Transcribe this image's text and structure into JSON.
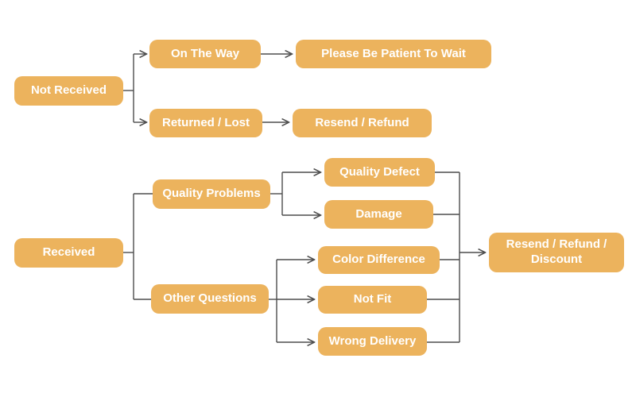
{
  "diagram": {
    "type": "flowchart",
    "nodes": {
      "not_received": {
        "label": "Not Received"
      },
      "on_the_way": {
        "label": "On The Way"
      },
      "please_wait": {
        "label": "Please Be Patient To Wait"
      },
      "returned_lost": {
        "label": "Returned / Lost"
      },
      "resend_refund": {
        "label": "Resend / Refund"
      },
      "received": {
        "label": "Received"
      },
      "quality_problems": {
        "label": "Quality Problems"
      },
      "quality_defect": {
        "label": "Quality Defect"
      },
      "damage": {
        "label": "Damage"
      },
      "other_questions": {
        "label": "Other Questions"
      },
      "color_difference": {
        "label": "Color Difference"
      },
      "not_fit": {
        "label": "Not Fit"
      },
      "wrong_delivery": {
        "label": "Wrong Delivery"
      },
      "resend_refund_discount": {
        "label": "Resend / Refund / Discount"
      }
    },
    "edges": [
      {
        "from": "not_received",
        "to": "on_the_way",
        "arrow": true
      },
      {
        "from": "not_received",
        "to": "returned_lost",
        "arrow": true
      },
      {
        "from": "on_the_way",
        "to": "please_wait",
        "arrow": true
      },
      {
        "from": "returned_lost",
        "to": "resend_refund",
        "arrow": true
      },
      {
        "from": "received",
        "to": "quality_problems",
        "arrow": false
      },
      {
        "from": "received",
        "to": "other_questions",
        "arrow": false
      },
      {
        "from": "quality_problems",
        "to": "quality_defect",
        "arrow": true
      },
      {
        "from": "quality_problems",
        "to": "damage",
        "arrow": true
      },
      {
        "from": "other_questions",
        "to": "color_difference",
        "arrow": true
      },
      {
        "from": "other_questions",
        "to": "not_fit",
        "arrow": true
      },
      {
        "from": "other_questions",
        "to": "wrong_delivery",
        "arrow": true
      },
      {
        "from": "quality_defect",
        "to": "resend_refund_discount",
        "arrow": true
      },
      {
        "from": "damage",
        "to": "resend_refund_discount",
        "arrow": true
      },
      {
        "from": "color_difference",
        "to": "resend_refund_discount",
        "arrow": true
      },
      {
        "from": "not_fit",
        "to": "resend_refund_discount",
        "arrow": true
      },
      {
        "from": "wrong_delivery",
        "to": "resend_refund_discount",
        "arrow": true
      }
    ],
    "colors": {
      "node_fill": "#ecb35d",
      "node_text": "#ffffff",
      "connector": "#4d4d4d",
      "background": "#ffffff"
    }
  }
}
